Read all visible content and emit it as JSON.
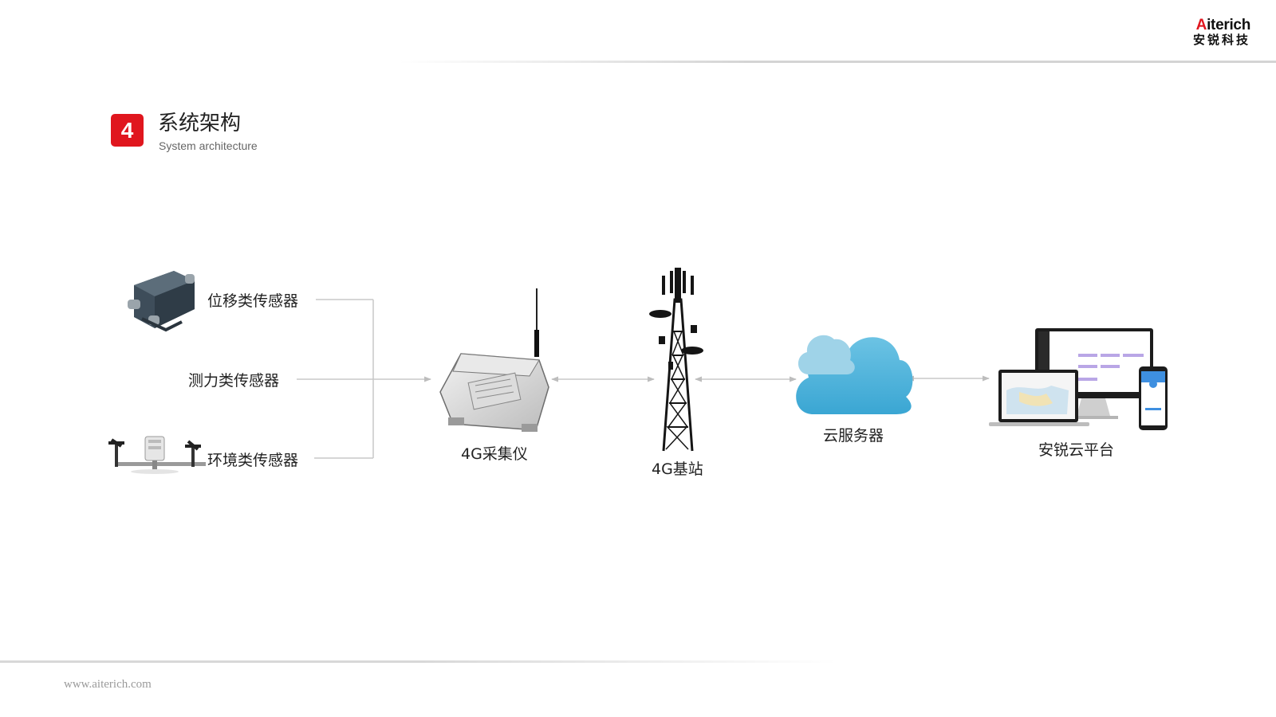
{
  "brand": {
    "logo_en_first": "A",
    "logo_en_rest": "iterich",
    "logo_cn": "安锐科技"
  },
  "section": {
    "number": "4",
    "title_cn": "系统架构",
    "title_en": "System architecture"
  },
  "nodes": {
    "displacement_sensor": "位移类传感器",
    "force_sensor": "测力类传感器",
    "environment_sensor": "环境类传感器",
    "collector": "4G采集仪",
    "base_station": "4G基站",
    "cloud_server": "云服务器",
    "platform": "安锐云平台"
  },
  "colors": {
    "accent": "#e0161e",
    "connector": "#c8c8c8",
    "cloud": "#4fb3d9",
    "cloud_light": "#9fd3e8"
  },
  "footer": {
    "url": "www.aiterich.com"
  }
}
